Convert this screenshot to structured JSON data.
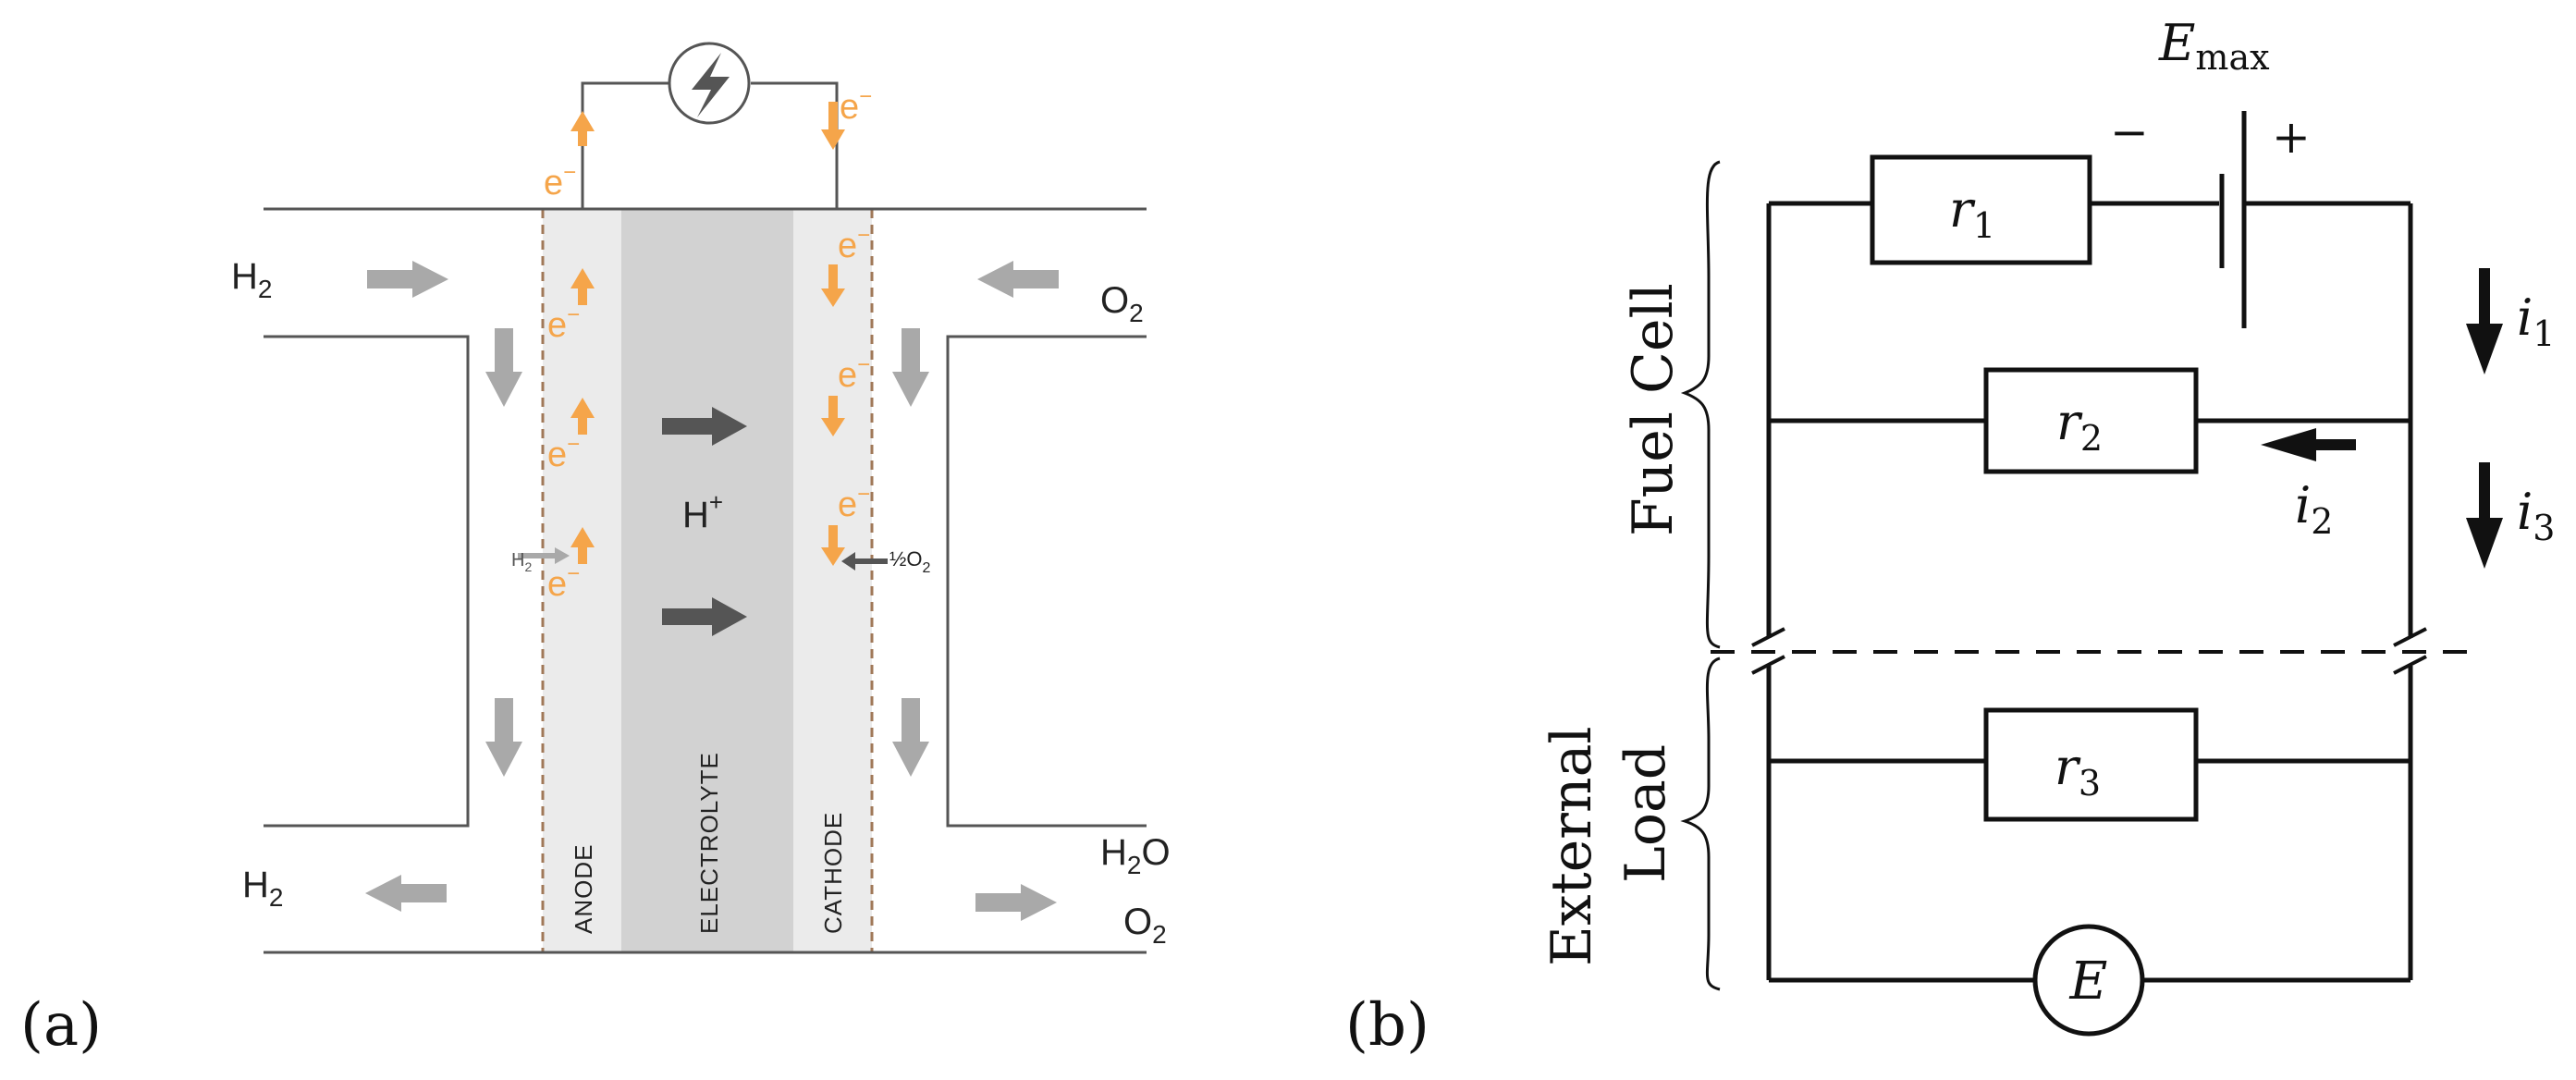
{
  "panel_a": {
    "label": "(a)",
    "inlet_left": "H",
    "inlet_left_sub": "2",
    "outlet_left": "H",
    "outlet_left_sub": "2",
    "inlet_right": "O",
    "inlet_right_sub": "2",
    "outlet_right_line1": "H",
    "outlet_right_line1_sub": "2",
    "outlet_right_line1_tail": "O",
    "outlet_right_line2": "O",
    "outlet_right_line2_sub": "2",
    "electron": "e",
    "electron_sup": "−",
    "proton": "H",
    "proton_sup": "+",
    "anode_reactant": "H",
    "anode_reactant_sub": "2",
    "cathode_reactant": "½O",
    "cathode_reactant_sub": "2",
    "layers": {
      "anode": "ANODE",
      "electrolyte": "ELECTROLYTE",
      "cathode": "CATHODE"
    },
    "colors": {
      "electron": "#f5a54a",
      "flow_arrow": "#a9a9a9",
      "proton_arrow": "#555555",
      "electrode": "#ebebeb",
      "electrolyte": "#d2d2d2"
    },
    "load_icon": "lightning-bolt-icon"
  },
  "panel_b": {
    "label": "(b)",
    "emf": "E",
    "emf_sub": "max",
    "minus": "−",
    "plus": "+",
    "r1": "r",
    "r1_sub": "1",
    "r2": "r",
    "r2_sub": "2",
    "r3": "r",
    "r3_sub": "3",
    "i1": "i",
    "i1_sub": "1",
    "i2": "i",
    "i2_sub": "2",
    "i3": "i",
    "i3_sub": "3",
    "meter": "E",
    "brace_top": "Fuel Cell",
    "brace_bottom_line1": "External",
    "brace_bottom_line2": "Load"
  }
}
